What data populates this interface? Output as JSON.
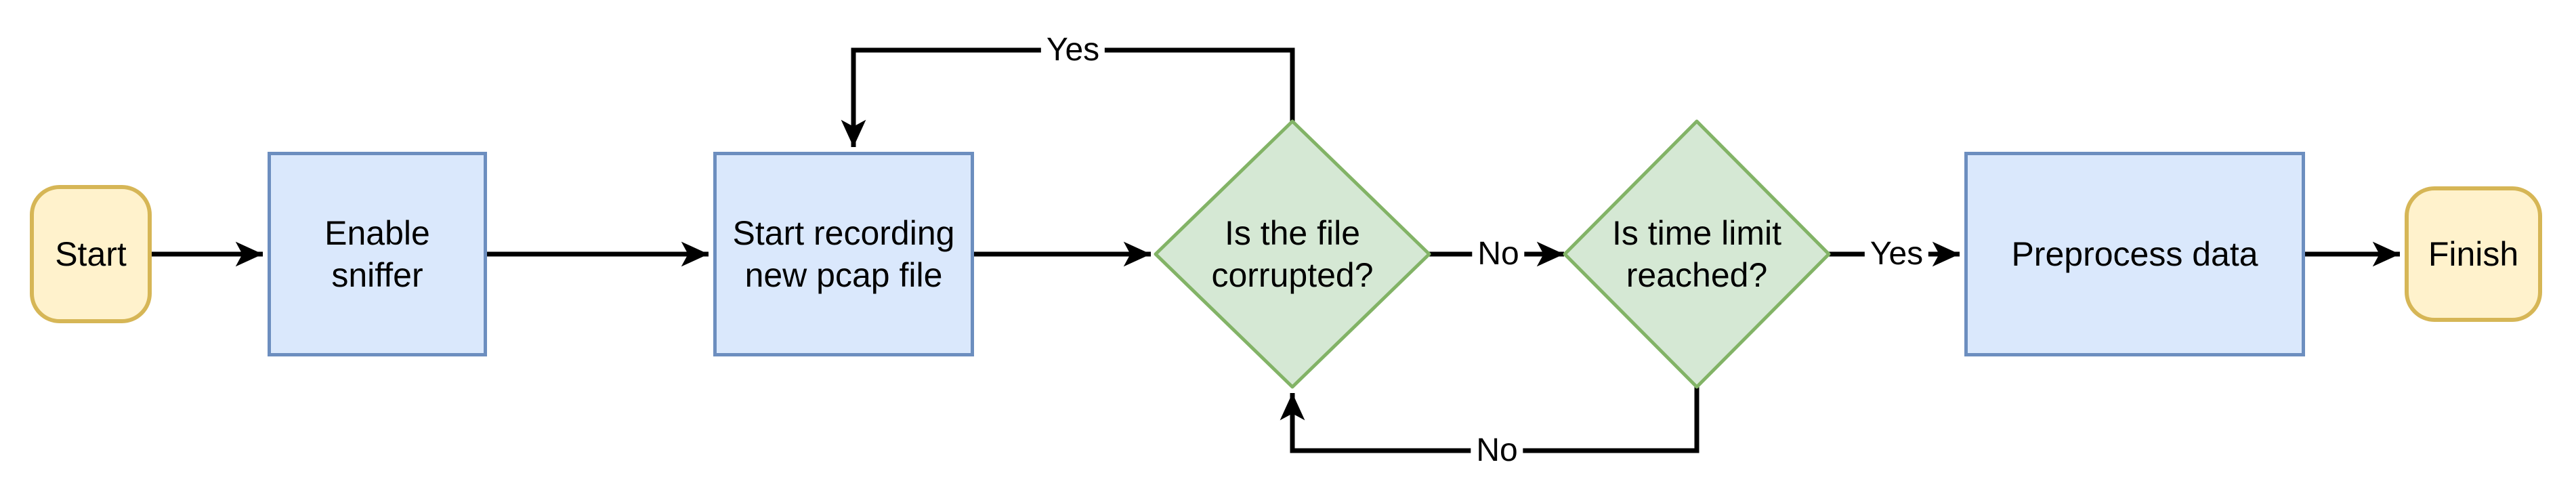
{
  "diagram_type": "flowchart",
  "colors": {
    "terminator_fill": "#FFF2CC",
    "terminator_stroke": "#D6B656",
    "process_fill": "#DAE8FC",
    "process_stroke": "#6C8EBF",
    "decision_fill": "#D5E8D4",
    "decision_stroke": "#82B366",
    "connector": "#000000",
    "background": "#FFFFFF",
    "text": "#000000"
  },
  "nodes": {
    "start": {
      "type": "terminator",
      "label": "Start"
    },
    "enable_sniffer": {
      "type": "process",
      "label": "Enable\nsniffer"
    },
    "start_recording": {
      "type": "process",
      "label": "Start recording\nnew pcap file"
    },
    "file_corrupted": {
      "type": "decision",
      "label": "Is the file\ncorrupted?"
    },
    "time_limit": {
      "type": "decision",
      "label": "Is time limit\nreached?"
    },
    "preprocess": {
      "type": "process",
      "label": "Preprocess data"
    },
    "finish": {
      "type": "terminator",
      "label": "Finish"
    }
  },
  "edges": {
    "start_to_enable": {
      "from": "start",
      "to": "enable_sniffer",
      "label": ""
    },
    "enable_to_recording": {
      "from": "enable_sniffer",
      "to": "start_recording",
      "label": ""
    },
    "recording_to_corrupted": {
      "from": "start_recording",
      "to": "file_corrupted",
      "label": ""
    },
    "corrupted_yes_to_recording": {
      "from": "file_corrupted",
      "to": "start_recording",
      "label": "Yes"
    },
    "corrupted_no_to_timelimit": {
      "from": "file_corrupted",
      "to": "time_limit",
      "label": "No"
    },
    "timelimit_no_to_corrupted": {
      "from": "time_limit",
      "to": "file_corrupted",
      "label": "No"
    },
    "timelimit_yes_to_preprocess": {
      "from": "time_limit",
      "to": "preprocess",
      "label": "Yes"
    },
    "preprocess_to_finish": {
      "from": "preprocess",
      "to": "finish",
      "label": ""
    }
  }
}
